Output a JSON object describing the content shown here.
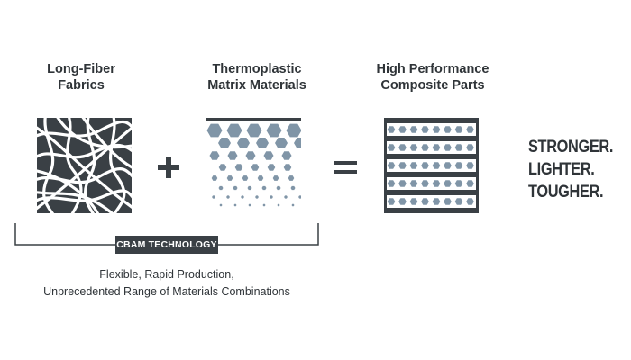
{
  "headings": {
    "fabrics": [
      "Long-Fiber",
      "Fabrics"
    ],
    "matrix": [
      "Thermoplastic",
      "Matrix Materials"
    ],
    "parts": [
      "High Performance",
      "Composite Parts"
    ]
  },
  "operators": {
    "plus": "+",
    "equals": "="
  },
  "badge": "CBAM TECHNOLOGY",
  "caption": [
    "Flexible, Rapid Production,",
    "Unprecedented Range of Materials Combinations"
  ],
  "tagline": [
    "STRONGER.",
    "LIGHTER.",
    "TOUGHER."
  ],
  "colors": {
    "dark": "#3a4045",
    "text": "#2f3438",
    "hexagon_blue": "#8095a7",
    "background": "#ffffff"
  },
  "icons": {
    "fabric": "fiber-mesh-icon",
    "matrix": "hexagon-gradient-icon",
    "composite": "layered-composite-icon"
  }
}
